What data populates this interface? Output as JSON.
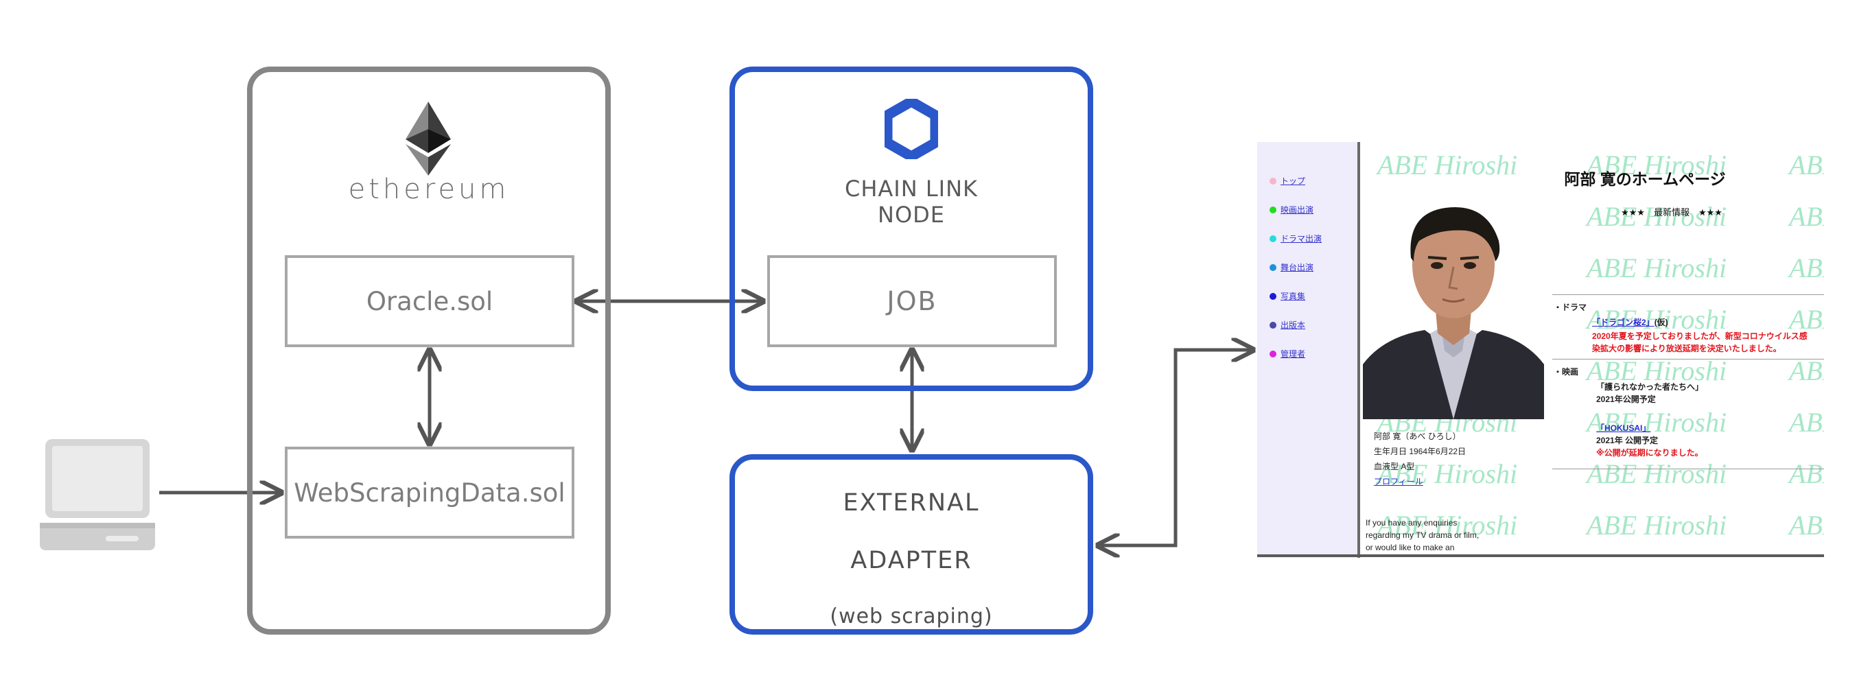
{
  "ethereum": {
    "label": "ethereum",
    "accent": "#868686"
  },
  "oracle": {
    "label": "Oracle.sol"
  },
  "webscraping": {
    "label": "WebScrapingData.sol"
  },
  "chainlink": {
    "label_line1": "CHAIN LINK",
    "label_line2": "NODE",
    "accent": "#2a57c9"
  },
  "job": {
    "label": "JOB"
  },
  "adapter": {
    "title_line1": "EXTERNAL",
    "title_line2": "ADAPTER",
    "subtitle": "(web scraping)"
  },
  "icons": {
    "laptop": "laptop-icon",
    "ethereum": "ethereum-logo-icon",
    "chainlink": "chainlink-logo-icon"
  },
  "webpage": {
    "title": "阿部 寛のホームページ",
    "news_header": "★★★　最新情報　★★★",
    "watermark": "ABE Hiroshi",
    "nav": [
      {
        "label": "トップ",
        "color": "#f7b6c8"
      },
      {
        "label": "映画出演",
        "color": "#22dd22"
      },
      {
        "label": "ドラマ出演",
        "color": "#22dddd"
      },
      {
        "label": "舞台出演",
        "color": "#1e90d8"
      },
      {
        "label": "写真集",
        "color": "#1a1ad8"
      },
      {
        "label": "出版本",
        "color": "#4a4aa8"
      },
      {
        "label": "管理者",
        "color": "#dd22dd"
      }
    ],
    "profile": {
      "name": "阿部 寛（あべ ひろし）",
      "birthday": "生年月日 1964年6月22日",
      "blood": "血液型 A型",
      "link": "プロフィール"
    },
    "contact_lines": [
      "If you have any enquiries",
      "regarding my TV drama or film,",
      "or would like to make an"
    ],
    "drama": {
      "heading": "・ドラマ",
      "title": "「ドラゴン桜2」",
      "suffix": "(仮)",
      "note_line1": "2020年夏を予定しておりましたが、新型コロナウイルス感",
      "note_line2": "染拡大の影響により放送延期を決定いたしました。"
    },
    "movie": {
      "heading": "・映画",
      "item1_title": "「護られなかった者たちへ」",
      "item1_date": "2021年公開予定",
      "item2_title": "「HOKUSAI」",
      "item2_date": "2021年 公開予定",
      "item2_note": "※公開が延期になりました。"
    }
  }
}
